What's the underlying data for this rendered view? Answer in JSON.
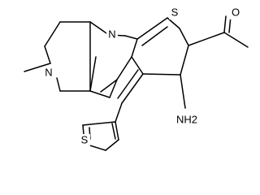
{
  "molecule": {
    "atom_labels": {
      "pyridine_n": "N",
      "fused_thiophene_s": "S",
      "thienyl_s": "S",
      "ring_n": "N",
      "ketone_o": "O",
      "amino": "NH2"
    },
    "colors": {
      "bond": "#000000",
      "label": "#000000",
      "background": "#ffffff"
    }
  }
}
